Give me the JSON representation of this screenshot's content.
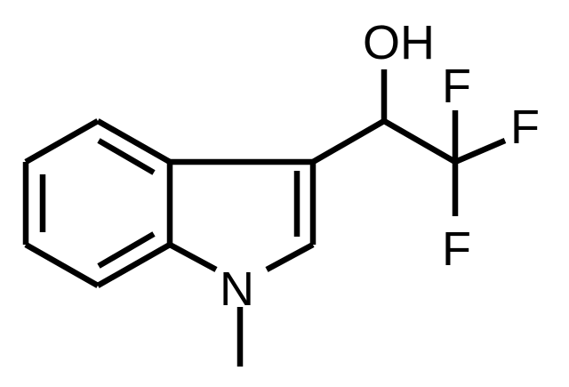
{
  "atoms": {
    "hydroxyl": "OH",
    "nitrogen": "N",
    "fluorine_1": "F",
    "fluorine_2": "F",
    "fluorine_3": "F"
  }
}
